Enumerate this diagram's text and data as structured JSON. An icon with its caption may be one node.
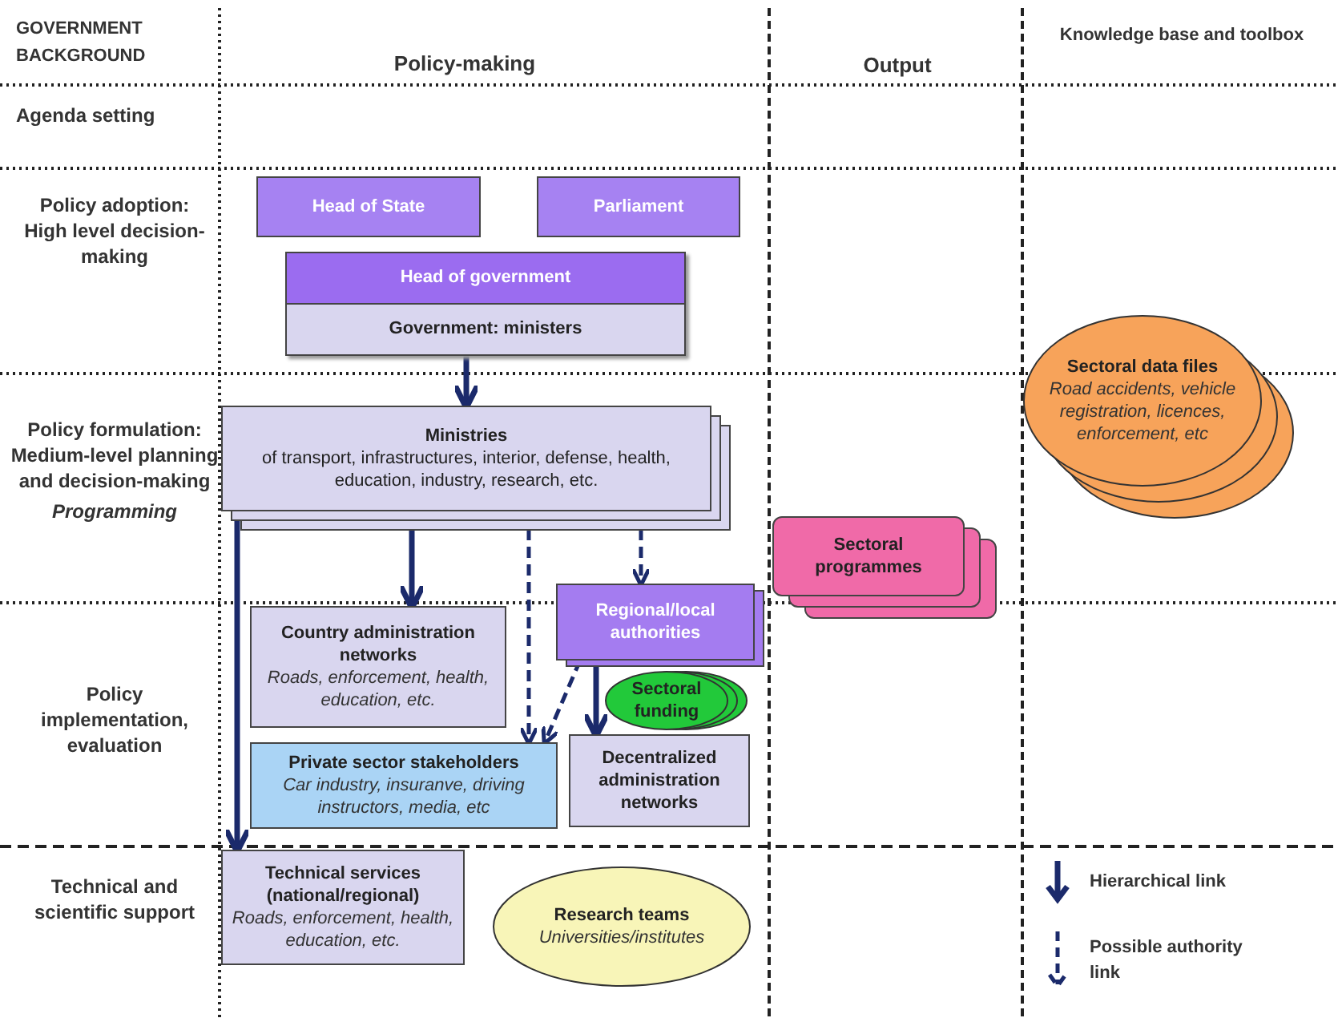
{
  "diagram": {
    "nodes": [
      {
        "text": [
          "Head of State"
        ]
      },
      {
        "text": [
          "Parliament"
        ]
      },
      {
        "text": [
          "Head of government",
          "Government: ministers"
        ]
      },
      {
        "text": [
          "Ministries",
          "of transport, infrastructures, interior, defense, health, education, industry, research, etc."
        ]
      },
      {
        "text": [
          "Country administration networks",
          "Roads, enforcement, health, education, etc."
        ]
      },
      {
        "text": [
          "Regional/local authorities"
        ]
      },
      {
        "text": [
          "Sectoral funding"
        ]
      },
      {
        "text": [
          "Private sector stakeholders",
          "Car industry, insuranve, driving instructors, media, etc"
        ]
      },
      {
        "text": [
          "Decentralized administration networks"
        ]
      },
      {
        "text": [
          "Technical services (national/regional)",
          "Roads, enforcement, health, education, etc."
        ]
      },
      {
        "text": [
          "Research teams",
          "Universities/institutes"
        ]
      },
      {
        "text": [
          "Sectoral programmes"
        ]
      },
      {
        "text": [
          "Sectoral data files",
          "Road accidents, vehicle registration, licences, enforcement, etc"
        ]
      }
    ],
    "edges": [
      {
        "from": 2,
        "to": 3,
        "arrow": "to"
      },
      {
        "from": 3,
        "to": 4,
        "arrow": "to"
      },
      {
        "from": 3,
        "to": 7,
        "arrow": "to",
        "style": "dashed"
      },
      {
        "from": 3,
        "to": 5,
        "arrow": "to",
        "style": "dashed"
      },
      {
        "from": 3,
        "to": 9,
        "arrow": "to"
      },
      {
        "from": 5,
        "to": 7,
        "arrow": "to",
        "style": "dashed"
      },
      {
        "from": 5,
        "to": 8,
        "arrow": "to"
      }
    ],
    "labels": [
      "GOVERNMENT BACKGROUND",
      "Policy-making",
      "Output",
      "Knowledge base and toolbox",
      "Agenda setting",
      "Policy adoption: High level decision-making",
      "Policy formulation: Medium-level planning and decision-making",
      "Programming",
      "Policy implementation, evaluation",
      "Technical and scientific support"
    ],
    "legend": [
      {
        "text": "Hierarchical link"
      },
      {
        "text": "Possible authority link"
      }
    ]
  }
}
